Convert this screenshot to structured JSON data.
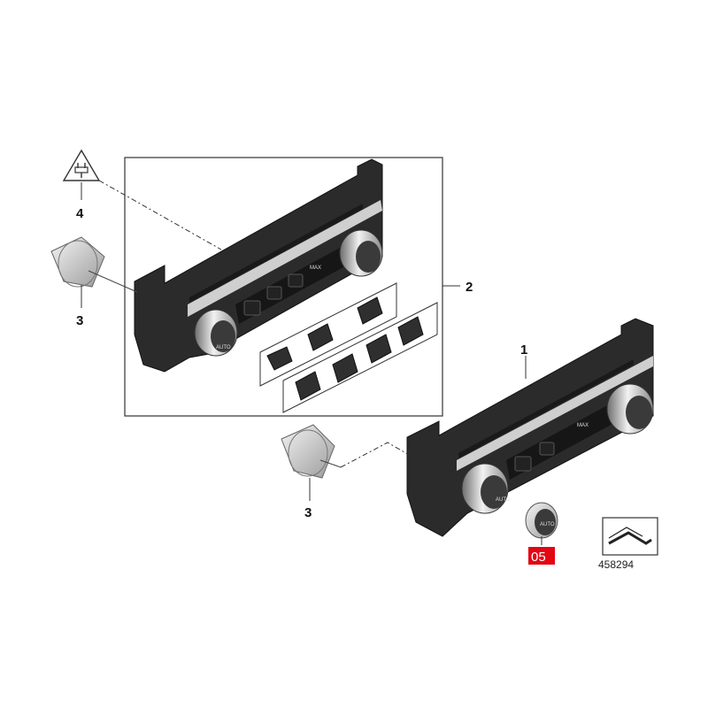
{
  "callouts": {
    "c1": "1",
    "c2": "2",
    "c3_top": "3",
    "c3_bottom": "3",
    "c4": "4",
    "c5": "05"
  },
  "panel_text": {
    "auto": "AUTO",
    "max": "MAX"
  },
  "reference_number": "458294",
  "colors": {
    "badge": "#e30613",
    "panel": "#2b2b2b",
    "strip": "#cfcfcf"
  },
  "icons": [
    "warning-triangle-icon",
    "connector-plug-icon",
    "direction-arrow-icon"
  ]
}
